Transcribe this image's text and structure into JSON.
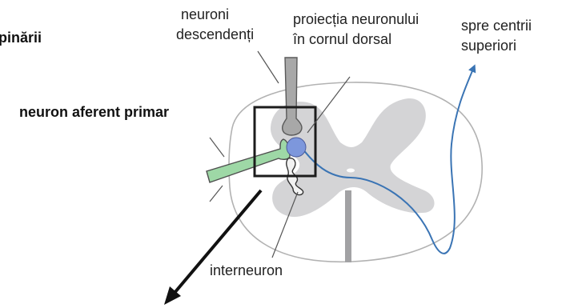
{
  "labels": {
    "fragment_left": "pinării",
    "primary_afferent": "neuron aferent primar",
    "descending_line1": "neuroni",
    "descending_line2": "descendenți",
    "projection_line1": "proiecția neuronului",
    "projection_line2": "în cornul dorsal",
    "higher_centers_line1": "spre centrii",
    "higher_centers_line2": "superiori",
    "interneuron": "interneuron"
  },
  "colors": {
    "grey_matter": "#d4d4d6",
    "cord_outline": "#b2b2b2",
    "afferent_fiber": "#9ed8a6",
    "projection_neuron": "#7d97dc",
    "ascending_axon": "#3a74b4",
    "descending_fiber": "#a8a8a8",
    "interneuron_fill": "#f2f2f2",
    "box": "#1c1c1c",
    "pointer_arrow": "#111111"
  }
}
